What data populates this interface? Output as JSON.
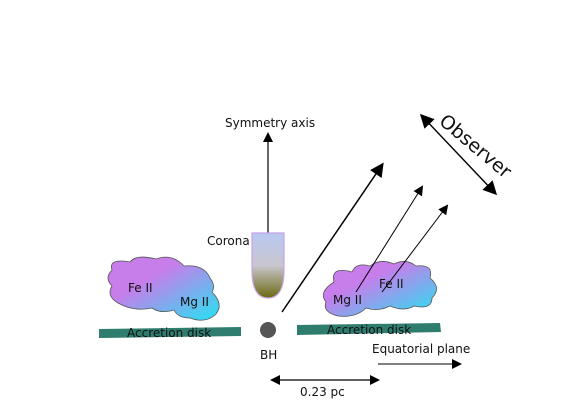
{
  "labels": {
    "symmetry_axis": "Symmetry axis",
    "corona": "Corona",
    "observer": "Observer",
    "bh": "BH",
    "accretion_disk_left": "Accretion disk",
    "accretion_disk_right": "Accretion disk",
    "equatorial_plane": "Equatorial plane",
    "distance": "0.23 pc"
  },
  "clouds": {
    "left": {
      "line1": "Fe II",
      "line2": "Mg II"
    },
    "right": {
      "line1": "Mg II",
      "line2": "Fe II"
    }
  },
  "colors": {
    "disk": "#2e7d6e",
    "cloud_gradient_start": "#c77dea",
    "cloud_gradient_end": "#25e3f2",
    "corona_top": "#b9c8f2",
    "corona_bottom": "#6b6a10",
    "corona_outline": "#c8a2e6",
    "bh": "#555555"
  }
}
